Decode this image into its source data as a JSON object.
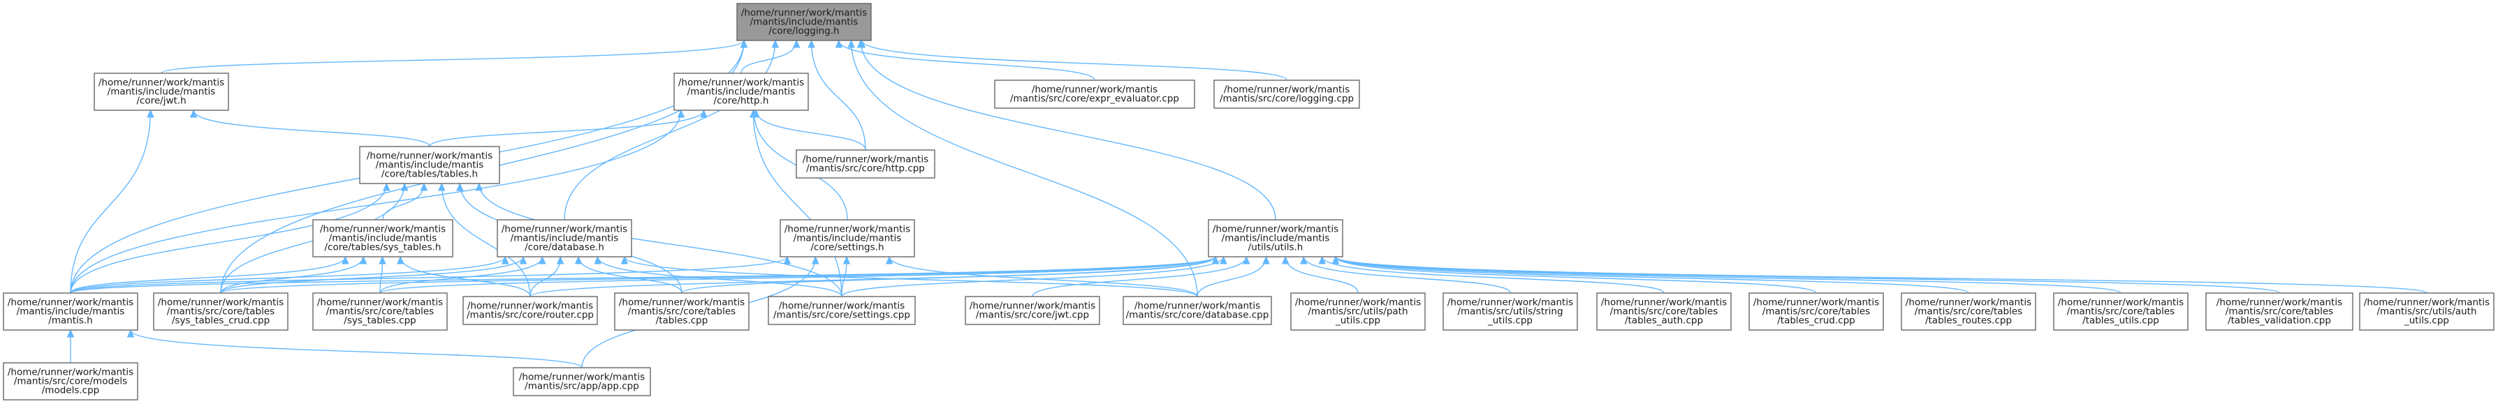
{
  "graph": {
    "edge_color": "#63b8ff",
    "root_fill": "#999999",
    "node_border": "#666666",
    "nodes": [
      {
        "id": "logging_h",
        "root": true,
        "lines": [
          "/home/runner/work/mantis",
          "/mantis/include/mantis",
          "/core/logging.h"
        ]
      },
      {
        "id": "jwt_h",
        "lines": [
          "/home/runner/work/mantis",
          "/mantis/include/mantis",
          "/core/jwt.h"
        ]
      },
      {
        "id": "http_h",
        "lines": [
          "/home/runner/work/mantis",
          "/mantis/include/mantis",
          "/core/http.h"
        ]
      },
      {
        "id": "expr_evaluator_cpp",
        "lines": [
          "/home/runner/work/mantis",
          "/mantis/src/core/expr_evaluator.cpp"
        ]
      },
      {
        "id": "logging_cpp",
        "lines": [
          "/home/runner/work/mantis",
          "/mantis/src/core/logging.cpp"
        ]
      },
      {
        "id": "tables_h",
        "lines": [
          "/home/runner/work/mantis",
          "/mantis/include/mantis",
          "/core/tables/tables.h"
        ]
      },
      {
        "id": "http_cpp",
        "lines": [
          "/home/runner/work/mantis",
          "/mantis/src/core/http.cpp"
        ]
      },
      {
        "id": "sys_tables_h",
        "lines": [
          "/home/runner/work/mantis",
          "/mantis/include/mantis",
          "/core/tables/sys_tables.h"
        ]
      },
      {
        "id": "database_h",
        "lines": [
          "/home/runner/work/mantis",
          "/mantis/include/mantis",
          "/core/database.h"
        ]
      },
      {
        "id": "settings_h",
        "lines": [
          "/home/runner/work/mantis",
          "/mantis/include/mantis",
          "/core/settings.h"
        ]
      },
      {
        "id": "utils_h",
        "lines": [
          "/home/runner/work/mantis",
          "/mantis/include/mantis",
          "/utils/utils.h"
        ]
      },
      {
        "id": "mantis_h",
        "lines": [
          "/home/runner/work/mantis",
          "/mantis/include/mantis",
          "/mantis.h"
        ]
      },
      {
        "id": "sys_tables_crud_cpp",
        "lines": [
          "/home/runner/work/mantis",
          "/mantis/src/core/tables",
          "/sys_tables_crud.cpp"
        ]
      },
      {
        "id": "sys_tables_cpp",
        "lines": [
          "/home/runner/work/mantis",
          "/mantis/src/core/tables",
          "/sys_tables.cpp"
        ]
      },
      {
        "id": "router_cpp",
        "lines": [
          "/home/runner/work/mantis",
          "/mantis/src/core/router.cpp"
        ]
      },
      {
        "id": "tables_cpp",
        "lines": [
          "/home/runner/work/mantis",
          "/mantis/src/core/tables",
          "/tables.cpp"
        ]
      },
      {
        "id": "settings_cpp",
        "lines": [
          "/home/runner/work/mantis",
          "/mantis/src/core/settings.cpp"
        ]
      },
      {
        "id": "jwt_cpp",
        "lines": [
          "/home/runner/work/mantis",
          "/mantis/src/core/jwt.cpp"
        ]
      },
      {
        "id": "database_cpp",
        "lines": [
          "/home/runner/work/mantis",
          "/mantis/src/core/database.cpp"
        ]
      },
      {
        "id": "path_utils_cpp",
        "lines": [
          "/home/runner/work/mantis",
          "/mantis/src/utils/path",
          "_utils.cpp"
        ]
      },
      {
        "id": "string_utils_cpp",
        "lines": [
          "/home/runner/work/mantis",
          "/mantis/src/utils/string",
          "_utils.cpp"
        ]
      },
      {
        "id": "tables_auth_cpp",
        "lines": [
          "/home/runner/work/mantis",
          "/mantis/src/core/tables",
          "/tables_auth.cpp"
        ]
      },
      {
        "id": "tables_crud_cpp",
        "lines": [
          "/home/runner/work/mantis",
          "/mantis/src/core/tables",
          "/tables_crud.cpp"
        ]
      },
      {
        "id": "tables_routes_cpp",
        "lines": [
          "/home/runner/work/mantis",
          "/mantis/src/core/tables",
          "/tables_routes.cpp"
        ]
      },
      {
        "id": "tables_utils_cpp",
        "lines": [
          "/home/runner/work/mantis",
          "/mantis/src/core/tables",
          "/tables_utils.cpp"
        ]
      },
      {
        "id": "tables_validation_cpp",
        "lines": [
          "/home/runner/work/mantis",
          "/mantis/src/core/tables",
          "/tables_validation.cpp"
        ]
      },
      {
        "id": "auth_utils_cpp",
        "lines": [
          "/home/runner/work/mantis",
          "/mantis/src/utils/auth",
          "_utils.cpp"
        ]
      },
      {
        "id": "models_cpp",
        "lines": [
          "/home/runner/work/mantis",
          "/mantis/src/core/models",
          "/models.cpp"
        ]
      },
      {
        "id": "app_cpp",
        "lines": [
          "/home/runner/work/mantis",
          "/mantis/src/app/app.cpp"
        ]
      }
    ],
    "edges": [
      {
        "from": "jwt_h",
        "to": "logging_h"
      },
      {
        "from": "http_h",
        "to": "logging_h"
      },
      {
        "from": "expr_evaluator_cpp",
        "to": "logging_h"
      },
      {
        "from": "logging_cpp",
        "to": "logging_h"
      },
      {
        "from": "mantis_h",
        "to": "logging_h"
      },
      {
        "from": "sys_tables_crud_cpp",
        "to": "logging_h"
      },
      {
        "from": "database_h",
        "to": "logging_h"
      },
      {
        "from": "http_cpp",
        "to": "logging_h"
      },
      {
        "from": "database_cpp",
        "to": "logging_h"
      },
      {
        "from": "utils_h",
        "to": "logging_h"
      },
      {
        "from": "tables_h",
        "to": "jwt_h"
      },
      {
        "from": "mantis_h",
        "to": "jwt_h"
      },
      {
        "from": "tables_h",
        "to": "http_h"
      },
      {
        "from": "mantis_h",
        "to": "http_h"
      },
      {
        "from": "http_cpp",
        "to": "http_h"
      },
      {
        "from": "settings_h",
        "to": "http_h"
      },
      {
        "from": "settings_cpp",
        "to": "http_h"
      },
      {
        "from": "sys_tables_h",
        "to": "tables_h"
      },
      {
        "from": "mantis_h",
        "to": "tables_h"
      },
      {
        "from": "sys_tables_crud_cpp",
        "to": "tables_h"
      },
      {
        "from": "router_cpp",
        "to": "tables_h"
      },
      {
        "from": "tables_cpp",
        "to": "tables_h"
      },
      {
        "from": "settings_cpp",
        "to": "tables_h"
      },
      {
        "from": "mantis_h",
        "to": "sys_tables_h"
      },
      {
        "from": "sys_tables_crud_cpp",
        "to": "sys_tables_h"
      },
      {
        "from": "sys_tables_cpp",
        "to": "sys_tables_h"
      },
      {
        "from": "router_cpp",
        "to": "sys_tables_h"
      },
      {
        "from": "mantis_h",
        "to": "database_h"
      },
      {
        "from": "sys_tables_crud_cpp",
        "to": "database_h"
      },
      {
        "from": "sys_tables_cpp",
        "to": "database_h"
      },
      {
        "from": "router_cpp",
        "to": "database_h"
      },
      {
        "from": "tables_cpp",
        "to": "database_h"
      },
      {
        "from": "settings_cpp",
        "to": "database_h"
      },
      {
        "from": "database_cpp",
        "to": "database_h"
      },
      {
        "from": "mantis_h",
        "to": "settings_h"
      },
      {
        "from": "settings_cpp",
        "to": "settings_h"
      },
      {
        "from": "database_cpp",
        "to": "settings_h"
      },
      {
        "from": "app_cpp",
        "to": "settings_h"
      },
      {
        "from": "mantis_h",
        "to": "utils_h"
      },
      {
        "from": "sys_tables_crud_cpp",
        "to": "utils_h"
      },
      {
        "from": "sys_tables_cpp",
        "to": "utils_h"
      },
      {
        "from": "router_cpp",
        "to": "utils_h"
      },
      {
        "from": "tables_cpp",
        "to": "utils_h"
      },
      {
        "from": "settings_cpp",
        "to": "utils_h"
      },
      {
        "from": "jwt_cpp",
        "to": "utils_h"
      },
      {
        "from": "database_cpp",
        "to": "utils_h"
      },
      {
        "from": "path_utils_cpp",
        "to": "utils_h"
      },
      {
        "from": "string_utils_cpp",
        "to": "utils_h"
      },
      {
        "from": "tables_auth_cpp",
        "to": "utils_h"
      },
      {
        "from": "tables_crud_cpp",
        "to": "utils_h"
      },
      {
        "from": "tables_routes_cpp",
        "to": "utils_h"
      },
      {
        "from": "tables_utils_cpp",
        "to": "utils_h"
      },
      {
        "from": "tables_validation_cpp",
        "to": "utils_h"
      },
      {
        "from": "auth_utils_cpp",
        "to": "utils_h"
      },
      {
        "from": "models_cpp",
        "to": "mantis_h"
      },
      {
        "from": "app_cpp",
        "to": "mantis_h"
      }
    ]
  }
}
